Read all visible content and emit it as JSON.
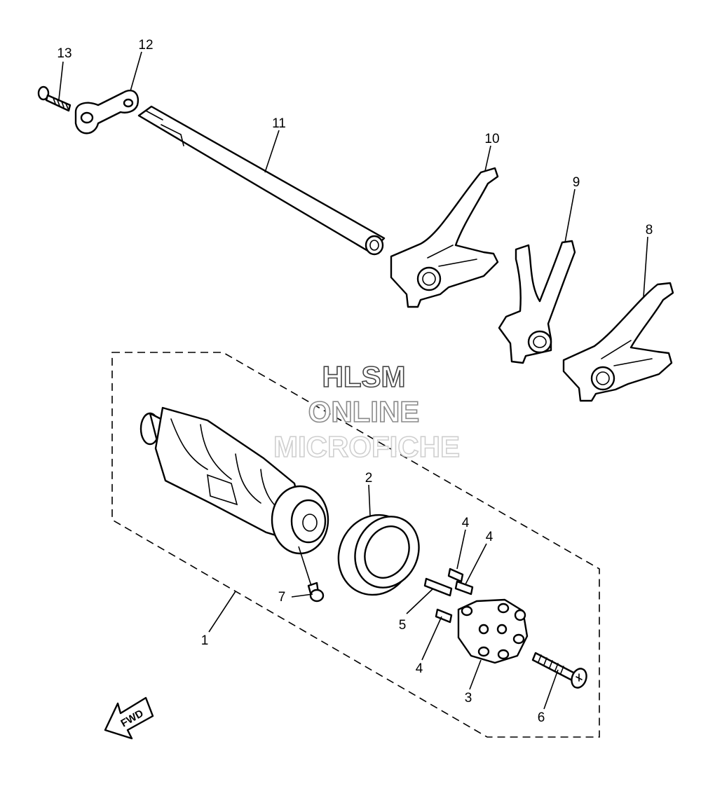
{
  "callouts": [
    {
      "id": "c1",
      "label": "1"
    },
    {
      "id": "c2",
      "label": "2"
    },
    {
      "id": "c3",
      "label": "3"
    },
    {
      "id": "c4a",
      "label": "4"
    },
    {
      "id": "c4b",
      "label": "4"
    },
    {
      "id": "c4c",
      "label": "4"
    },
    {
      "id": "c5",
      "label": "5"
    },
    {
      "id": "c6",
      "label": "6"
    },
    {
      "id": "c7",
      "label": "7"
    },
    {
      "id": "c8",
      "label": "8"
    },
    {
      "id": "c9",
      "label": "9"
    },
    {
      "id": "c10",
      "label": "10"
    },
    {
      "id": "c11",
      "label": "11"
    },
    {
      "id": "c12",
      "label": "12"
    },
    {
      "id": "c13",
      "label": "13"
    }
  ],
  "watermark": {
    "line1": "HLSM",
    "line2": "ONLINE",
    "line3": "MICROFICHE"
  },
  "direction_arrow": {
    "label": "FWD"
  },
  "colors": {
    "line": "#000000",
    "background": "#ffffff",
    "watermark_outline": "#8a8a8a"
  }
}
